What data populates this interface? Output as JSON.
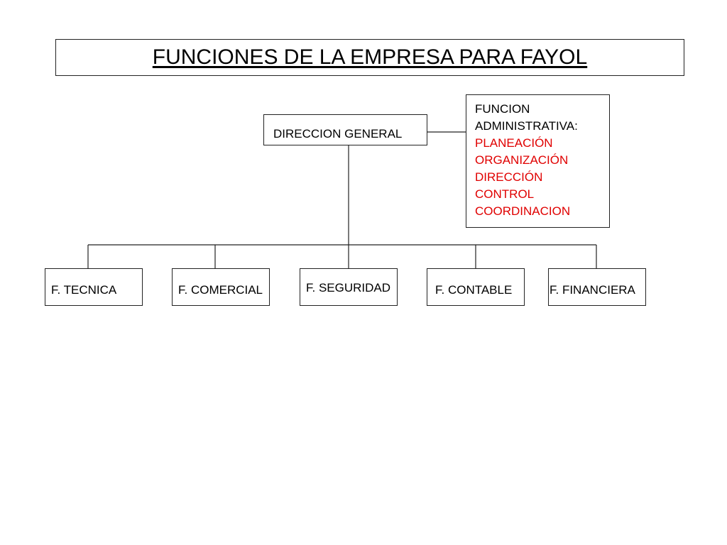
{
  "title": "FUNCIONES DE LA EMPRESA PARA FAYOL",
  "root": {
    "label": "DIRECCION GENERAL"
  },
  "admin_box": {
    "heading": [
      "FUNCION",
      "ADMINISTRATIVA:"
    ],
    "items": [
      "PLANEACIÓN",
      "ORGANIZACIÓN",
      "DIRECCIÓN",
      "CONTROL",
      "COORDINACION"
    ],
    "item_color": "#e00000"
  },
  "functions": [
    {
      "label": "F. TECNICA"
    },
    {
      "label": "F. COMERCIAL"
    },
    {
      "label": "F. SEGURIDAD"
    },
    {
      "label": "F. CONTABLE"
    },
    {
      "label": "F. FINANCIERA"
    }
  ]
}
